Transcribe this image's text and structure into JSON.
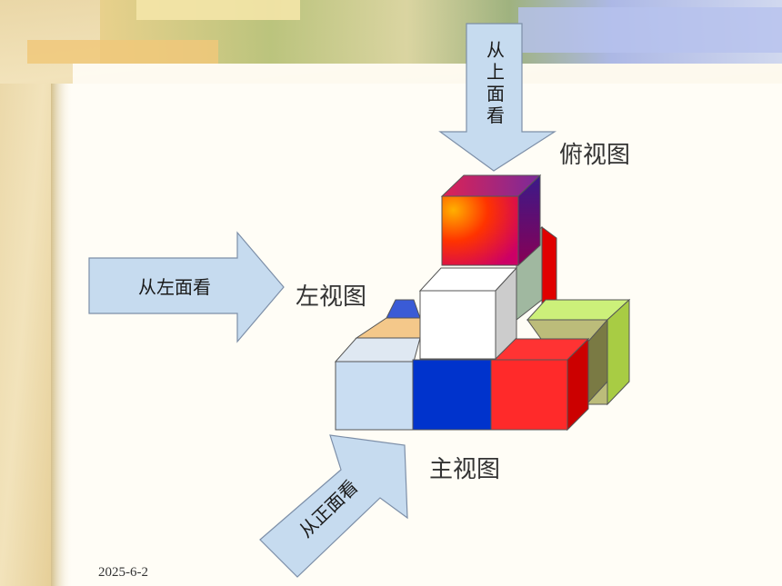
{
  "labels": {
    "top_view": "俯视图",
    "left_view": "左视图",
    "front_view": "主视图"
  },
  "arrows": {
    "from_top": "从上面看",
    "from_left": "从左面看",
    "from_front": "从正面看"
  },
  "footer": {
    "date": "2025-6-2"
  },
  "colors": {
    "arrow_fill": "#c6dbef",
    "cube_red": "#ff2a2a",
    "cube_blue": "#0033cc",
    "cube_lightblue": "#c9ddf2",
    "cube_white": "#ffffff",
    "cube_green": "#ccf07a"
  }
}
